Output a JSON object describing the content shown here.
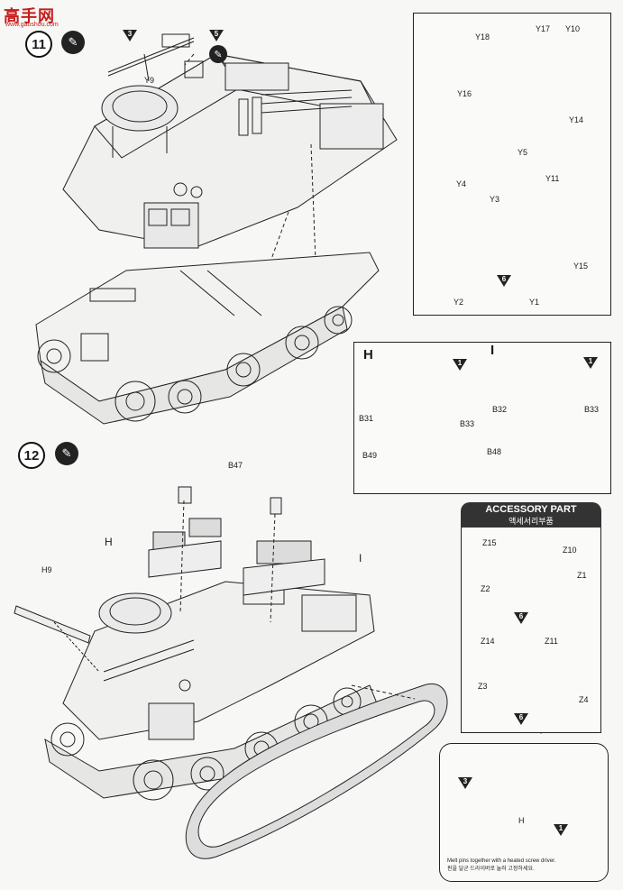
{
  "watermark": {
    "text": "高手网",
    "url": "www.gaoshou.com"
  },
  "step11": {
    "number": "11",
    "labels": {
      "y9": "Y9",
      "tri3": "3",
      "tri5": "5"
    }
  },
  "step12": {
    "number": "12",
    "labels": {
      "b47": "B47",
      "h": "H",
      "i": "I",
      "h9": "H9"
    }
  },
  "box_y_parts": {
    "labels": [
      "Y18",
      "Y17",
      "Y10",
      "Y16",
      "Y14",
      "Y5",
      "Y4",
      "Y3",
      "Y11",
      "Y2",
      "Y1",
      "Y15"
    ],
    "tri6": "6"
  },
  "box_hi": {
    "h_title": "H",
    "i_title": "I",
    "labels": {
      "b31": "B31",
      "b33a": "B33",
      "b49": "B49",
      "b32": "B32",
      "b33b": "B33",
      "b48": "B48"
    },
    "tri1a": "1",
    "tri1b": "1"
  },
  "accessory": {
    "title": "ACCESSORY PART",
    "subtitle": "액세서리부품",
    "labels": {
      "z15": "Z15",
      "z10": "Z10",
      "z1": "Z1",
      "z2": "Z2",
      "z14": "Z14",
      "z11": "Z11",
      "z3": "Z3",
      "z4": "Z4"
    },
    "tri6a": "6",
    "tri6b": "6"
  },
  "track_detail": {
    "tri3": "3",
    "tri1": "1",
    "label_h": "H",
    "note_en": "Melt pins together with a heated screw driver.",
    "note_kr": "핀을 달군 드라이버로 눌러 고정하세요."
  }
}
